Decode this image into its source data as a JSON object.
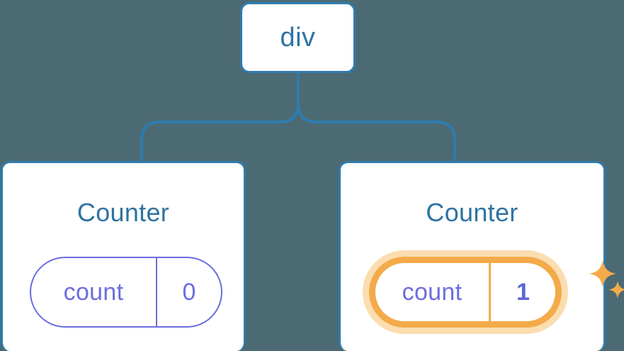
{
  "diagram": {
    "title": "react-component-tree-state-update",
    "background_color": "#4c6a73",
    "node_border_color": "#2e7cae",
    "node_text_color": "#2f73a3",
    "pill_color": "#6b6ede",
    "highlight_color": "#f3ab4a",
    "highlight_glow_color": "#fbddb0",
    "highlight_value_color": "#5b66d6"
  },
  "root": {
    "label": "div"
  },
  "children": [
    {
      "title": "Counter",
      "state": {
        "key": "count",
        "value": "0"
      },
      "highlighted": false
    },
    {
      "title": "Counter",
      "state": {
        "key": "count",
        "value": "1"
      },
      "highlighted": true
    }
  ]
}
